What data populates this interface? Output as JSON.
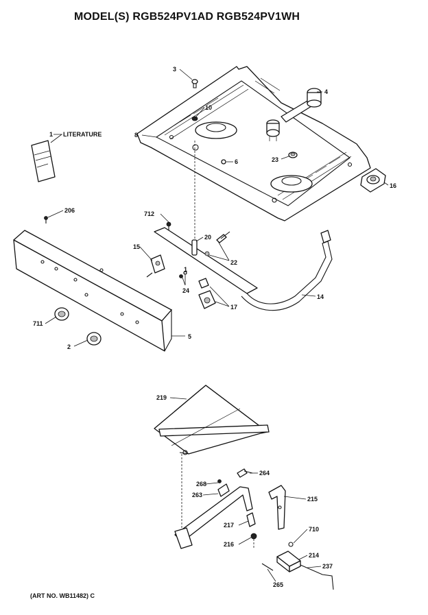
{
  "title": "MODEL(S) RGB524PV1AD  RGB524PV1WH",
  "art_number": "(ART NO. WB11482) C",
  "literature_label": "LITERATURE",
  "callouts": {
    "c1": "1",
    "c2": "2",
    "c3": "3",
    "c4": "4",
    "c5": "5",
    "c6": "6",
    "c8": "8",
    "c10": "10",
    "c14": "14",
    "c15": "15",
    "c16": "16",
    "c17": "17",
    "c20": "20",
    "c22": "22",
    "c23": "23",
    "c24": "24",
    "c206": "206",
    "c711": "711",
    "c712": "712",
    "c219": "219",
    "c264": "264",
    "c268": "268",
    "c263": "263",
    "c215": "215",
    "c217": "217",
    "c216": "216",
    "c710": "710",
    "c214": "214",
    "c237": "237",
    "c265": "265"
  }
}
